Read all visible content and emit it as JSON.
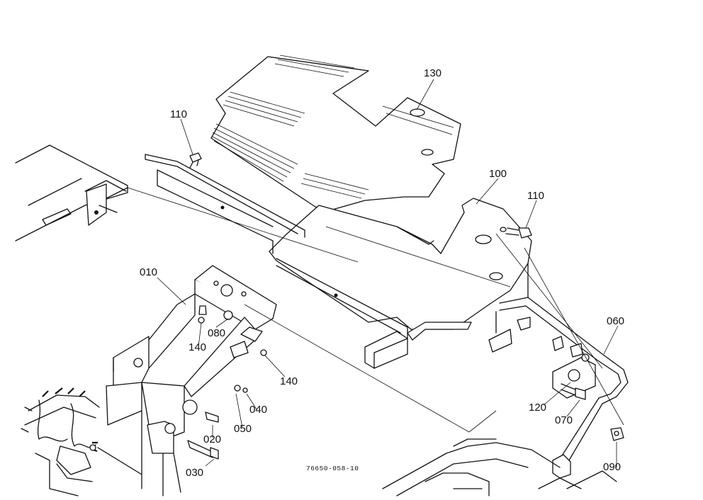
{
  "callouts": {
    "p010": "010",
    "p020": "020",
    "p030": "030",
    "p040": "040",
    "p050": "050",
    "p060": "060",
    "p070": "070",
    "p080": "080",
    "p090": "090",
    "p100": "100",
    "p110a": "110",
    "p110b": "110",
    "p120": "120",
    "p130": "130",
    "p140a": "140",
    "p140b": "140"
  },
  "drawing_code": "76650-058-10"
}
